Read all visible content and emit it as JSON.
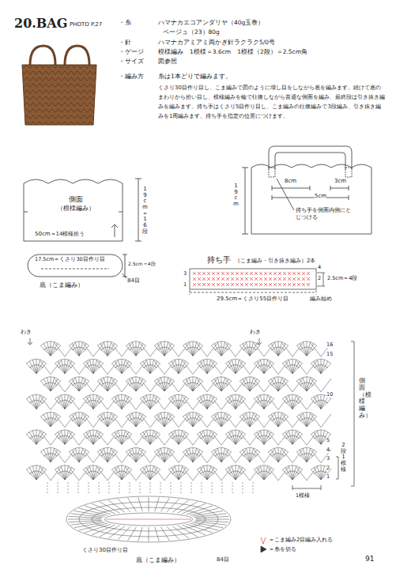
{
  "diagram": {
    "title": "20.BAG",
    "nodes": [
      {
        "text": [
          "側面",
          "（模様編み）"
        ]
      }
    ],
    "labels": [
      "PHOTO P.27",
      "・糸",
      "ハマナカエコアンダリヤ（40g玉巻）",
      "ベージュ（23）80g",
      "・針",
      "ハマナカアミアミ両かぎ針ラクラク5/0号",
      "・ゲージ",
      "模様編み　1模様＝3.6cm　1模様（2段）＝2.5cm角",
      "・サイズ",
      "図参照",
      "・編み方",
      "糸は1本どりで編みます。",
      "くさり30目作り目し、こま編みで図のように増し目をしながら底を編みます。続けて底のまわりから拾い目し、模様編みを輪で往復しながら普通な側面を編み、最終段は引き抜き編みを編みます。持ち手はくさり5目作り目し、こま編みの往復編みで3段編み、引き抜き編みを1周編みます。持ち手を指定の位置につけます。",
      "19cm＝16段",
      "50cm＝14模様拾う",
      "2.5cm＝4段",
      "17.5cm＝くさり30目作り目",
      "84目",
      "底（こま編み）",
      "8cm",
      "3cm",
      "5cm",
      "19cm",
      "持ち手を側面内側にとじつける",
      "持ち手",
      "（こま編み・引き抜き編み）2本",
      "2.5cm＝4段",
      "29.5cm＝くさり55目作り目",
      "編み始め",
      "3",
      "1",
      "4",
      "2",
      "わき",
      "わき",
      "16",
      "15",
      "10",
      "5",
      "4",
      "3",
      "2",
      "1",
      "側面（模様編み）",
      "2段1模様",
      "1模様",
      "くさり30目作り目",
      "底（こま編み）",
      "84目",
      "91"
    ],
    "legend": [
      {
        "text": "＝こま編み2目編み入れる"
      },
      {
        "text": "＝糸を切る"
      }
    ]
  }
}
